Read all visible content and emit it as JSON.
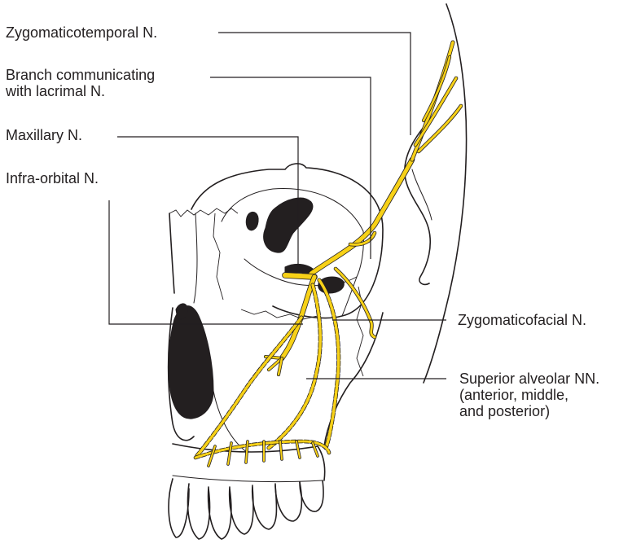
{
  "labels": {
    "zygomaticotemporal": "Zygomaticotemporal N.",
    "branch_communicating": "Branch communicating\nwith lacrimal N.",
    "maxillary": "Maxillary N.",
    "infra_orbital": "Infra-orbital N.",
    "zygomaticofacial": "Zygomaticofacial N.",
    "superior_alveolar": "Superior alveolar NN.\n(anterior, middle,\nand posterior)"
  },
  "colors": {
    "nerve": "#f7d117",
    "line": "#231f20",
    "background": "#ffffff"
  }
}
